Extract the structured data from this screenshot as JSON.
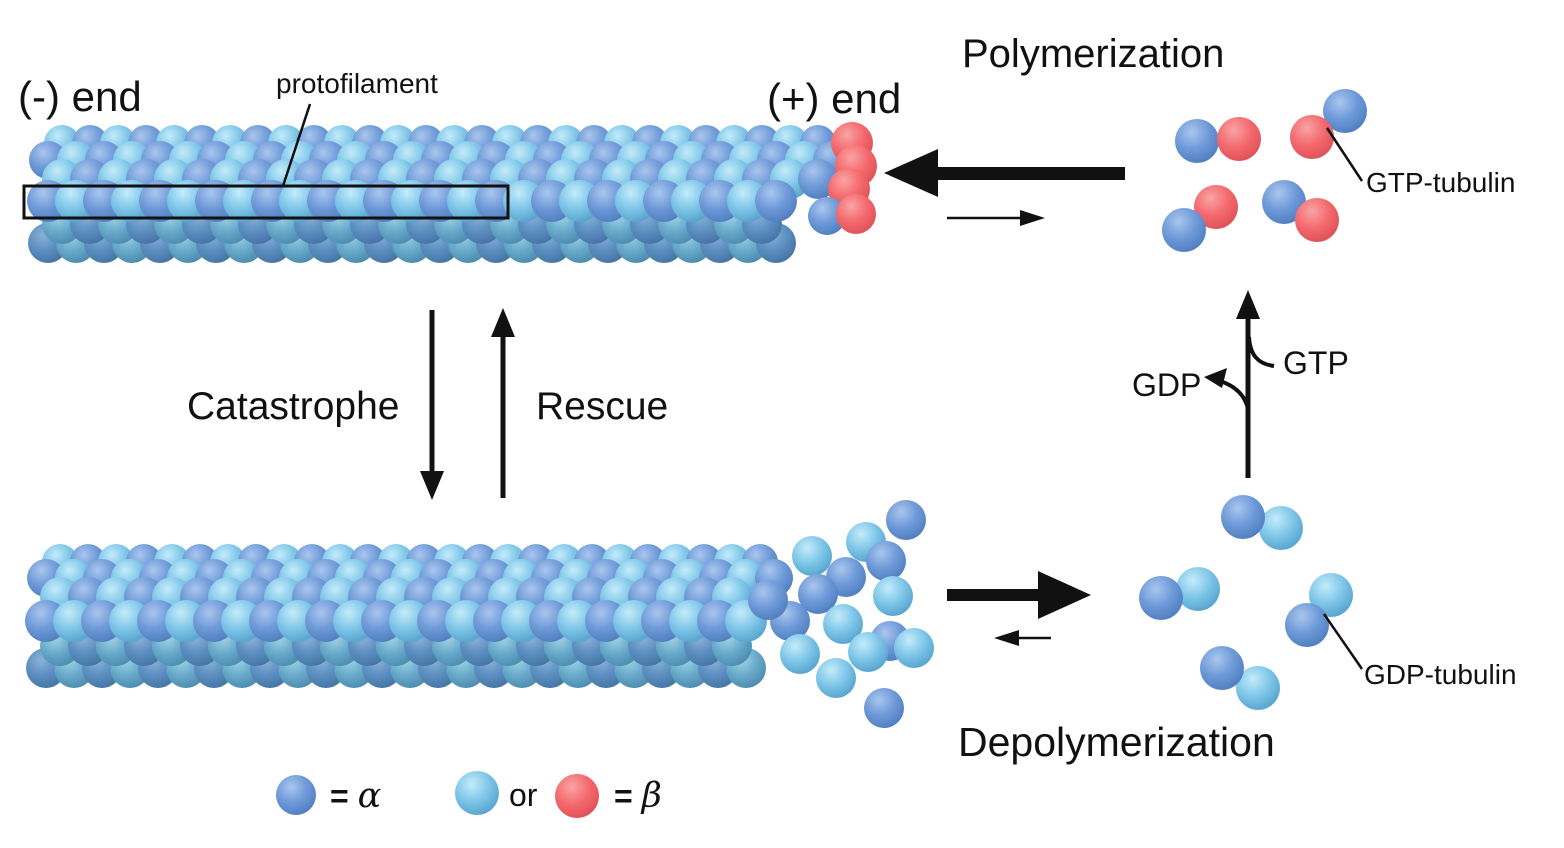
{
  "labels": {
    "minus_end": "(-) end",
    "plus_end": "(+) end",
    "protofilament": "protofilament",
    "polymerization": "Polymerization",
    "depolymerization": "Depolymerization",
    "catastrophe": "Catastrophe",
    "rescue": "Rescue",
    "gtp_tubulin": "GTP-tubulin",
    "gdp_tubulin": "GDP-tubulin",
    "gtp": "GTP",
    "gdp": "GDP"
  },
  "legend": {
    "equals": "=",
    "alpha": "α",
    "or": "or",
    "beta": "β"
  },
  "colors": {
    "alpha_tubulin_blue": "#6d99d8",
    "beta_tubulin_gdp_lightblue": "#7ec6e8",
    "beta_tubulin_gtp_red": "#f4696e",
    "ink_black": "#111111",
    "background": "#ffffff"
  }
}
